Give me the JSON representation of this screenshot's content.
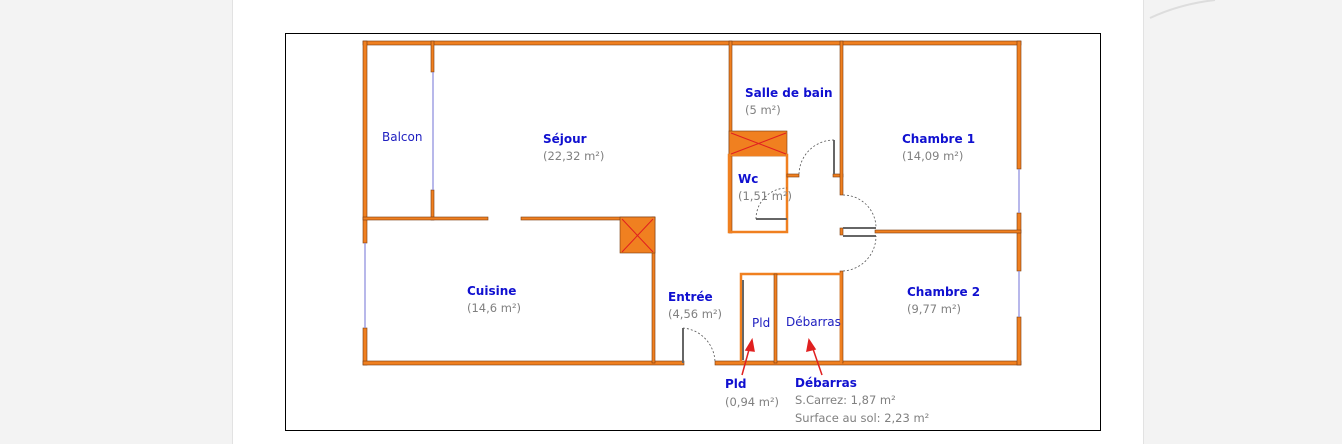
{
  "rooms": {
    "sejour": {
      "name": "Séjour",
      "area": "(22,32 m²)"
    },
    "balcon": {
      "name": "Balcon"
    },
    "cuisine": {
      "name": "Cuisine",
      "area": "(14,6 m²)"
    },
    "salle_de_bain": {
      "name": "Salle de bain",
      "area": "(5 m²)"
    },
    "wc": {
      "name": "Wc",
      "area": "(1,51 m²)"
    },
    "entree": {
      "name": "Entrée",
      "area": "(4,56 m²)"
    },
    "chambre1": {
      "name": "Chambre 1",
      "area": "(14,09 m²)"
    },
    "chambre2": {
      "name": "Chambre 2",
      "area": "(9,77 m²)"
    },
    "pld": {
      "label": "Pld",
      "name": "Pld",
      "area": "(0,94 m²)"
    },
    "debarras": {
      "label": "Débarras",
      "name": "Débarras",
      "carrez": "S.Carrez: 1,87 m²",
      "sol": "Surface au sol: 2,23 m²"
    }
  },
  "colors": {
    "wall": "#f08020",
    "label": "#1010d0",
    "arrow": "#e02020"
  }
}
